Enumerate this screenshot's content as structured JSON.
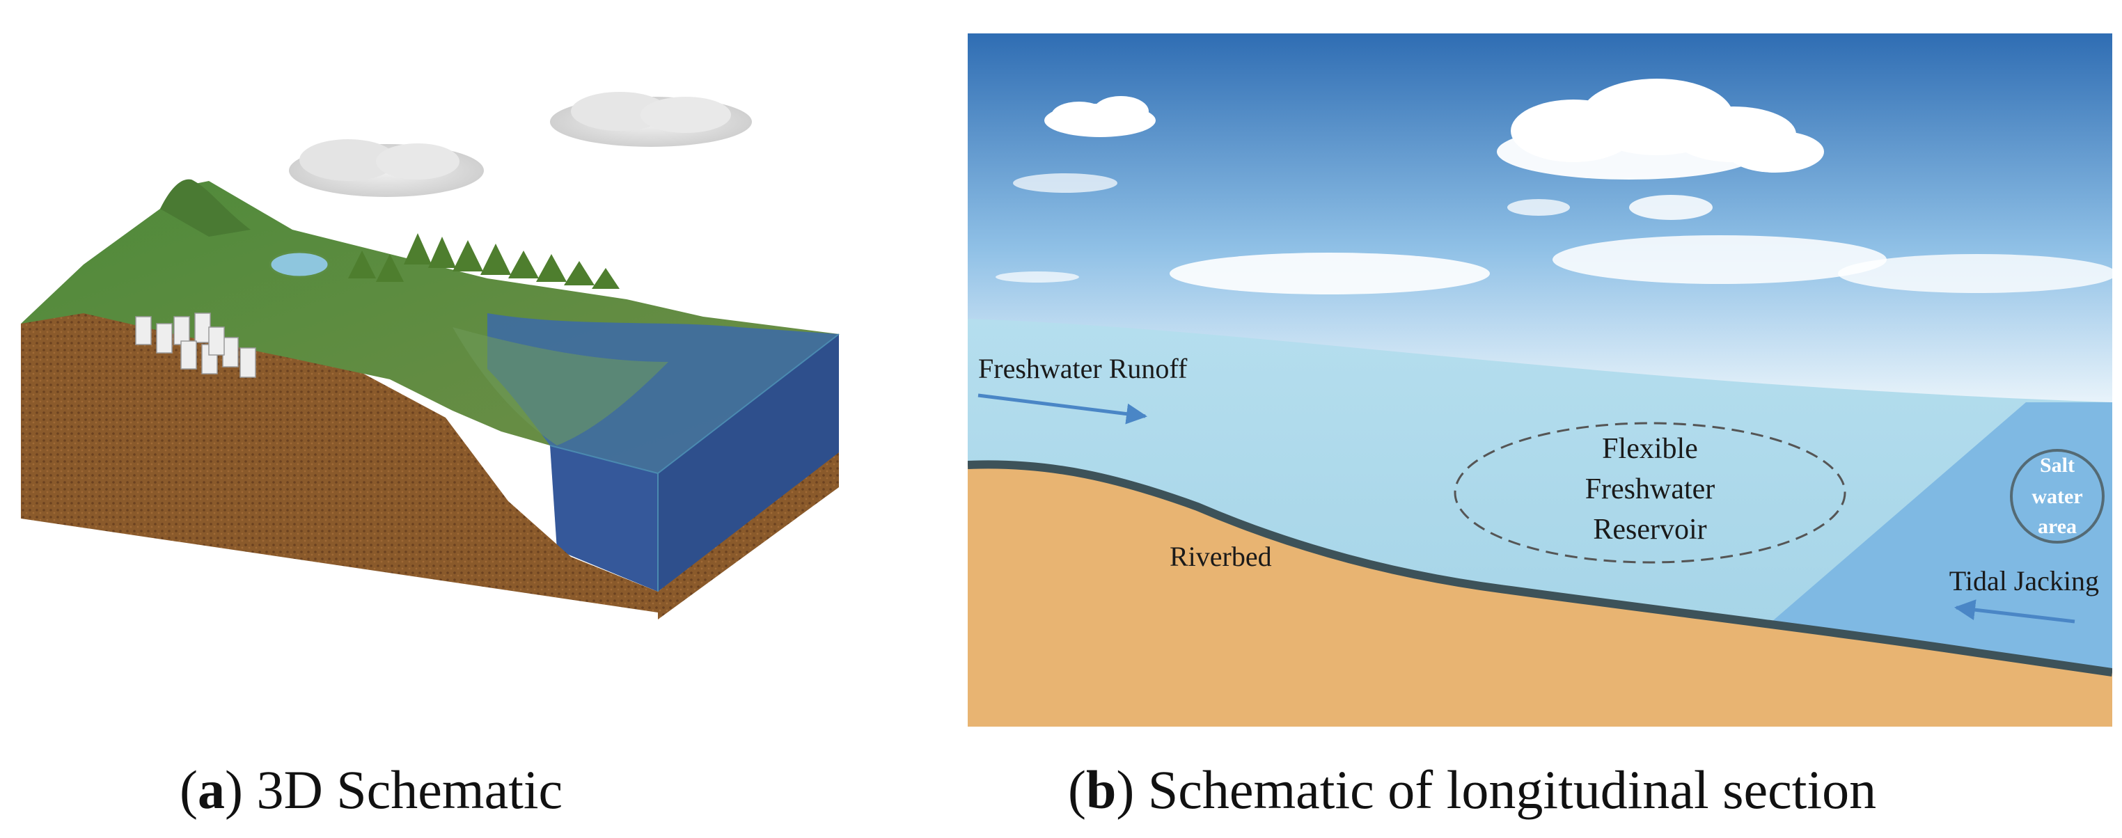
{
  "panel_a": {
    "caption_letter": "a",
    "caption_text": "3D Schematic"
  },
  "panel_b": {
    "caption_letter": "b",
    "caption_text": "Schematic of longitudinal section",
    "labels": {
      "freshwater_runoff": "Freshwater Runoff",
      "reservoir_line1": "Flexible",
      "reservoir_line2": "Freshwater",
      "reservoir_line3": "Reservoir",
      "riverbed": "Riverbed",
      "salt_line1": "Salt",
      "salt_line2": "water",
      "salt_line3": "area",
      "tidal_jacking": "Tidal Jacking"
    }
  },
  "colors": {
    "sky_top": "#3a78bf",
    "sky_bottom": "#ffffff",
    "fresh_water": "#a9d7e8",
    "salt_water": "#7fb9e3",
    "sand": "#e8b472",
    "riverbed_line": "#3d5259",
    "soil": "#8a5a2b",
    "sea": "#3a5d9c",
    "vegetation": "#5f8f3e"
  }
}
